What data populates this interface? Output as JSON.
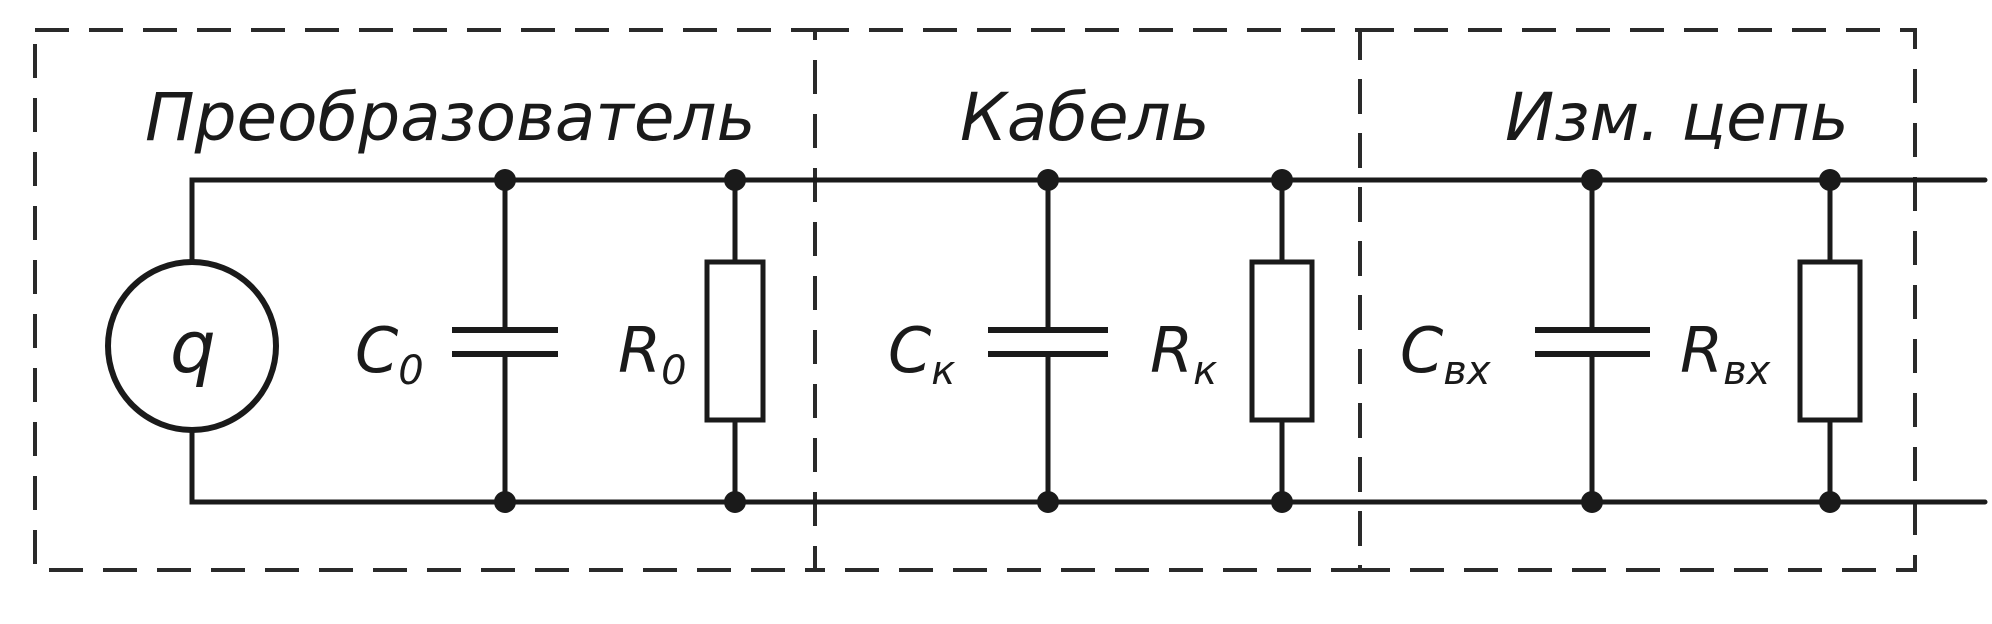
{
  "diagram": {
    "sections": [
      {
        "id": "transducer",
        "title": "Преобразователь"
      },
      {
        "id": "cable",
        "title": "Кабель"
      },
      {
        "id": "measuring_circuit",
        "title": "Изм. цепь"
      }
    ],
    "source": {
      "label": "q"
    },
    "capacitors": [
      {
        "id": "C0",
        "symbol": "C",
        "subscript": "0"
      },
      {
        "id": "Ck",
        "symbol": "C",
        "subscript": "к"
      },
      {
        "id": "Cvx",
        "symbol": "C",
        "subscript": "вх"
      }
    ],
    "resistors": [
      {
        "id": "R0",
        "symbol": "R",
        "subscript": "0"
      },
      {
        "id": "Rk",
        "symbol": "R",
        "subscript": "к"
      },
      {
        "id": "Rvx",
        "symbol": "R",
        "subscript": "вх"
      }
    ],
    "colors": {
      "ink": "#1a1a1a",
      "paper": "#ffffff"
    }
  }
}
